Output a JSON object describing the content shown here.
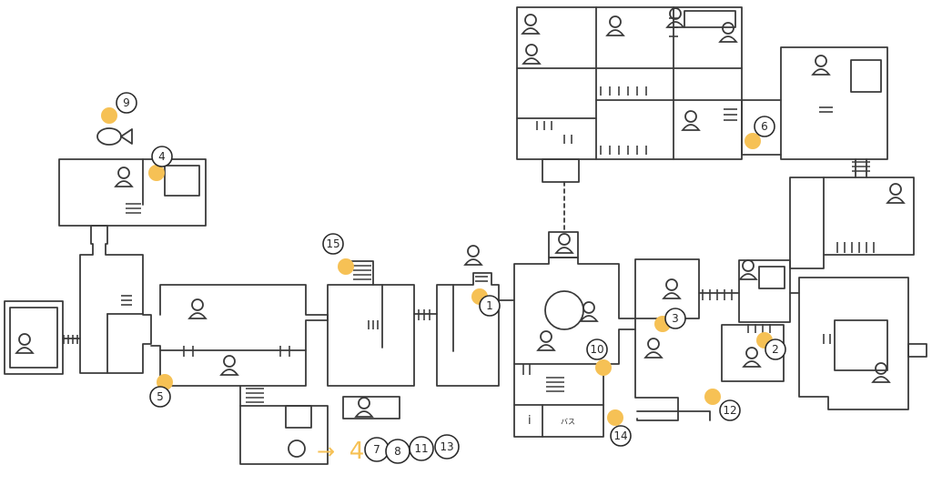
{
  "colors": {
    "wall": "#3a3a3a",
    "marker": "#f6c155",
    "arrow": "#f6c155",
    "background": "#ffffff"
  },
  "markers": [
    "1",
    "2",
    "3",
    "4",
    "5",
    "6",
    "9",
    "10",
    "12",
    "14",
    "15"
  ],
  "legend": {
    "info_symbol": "i",
    "bus_label": "バス",
    "exit_arrow": "→",
    "exit_number": "4",
    "exit_badges": [
      "7",
      "8",
      "11",
      "13"
    ]
  },
  "icons": [
    "person-icon",
    "stairs-icon",
    "fish-icon",
    "bed-icon"
  ]
}
